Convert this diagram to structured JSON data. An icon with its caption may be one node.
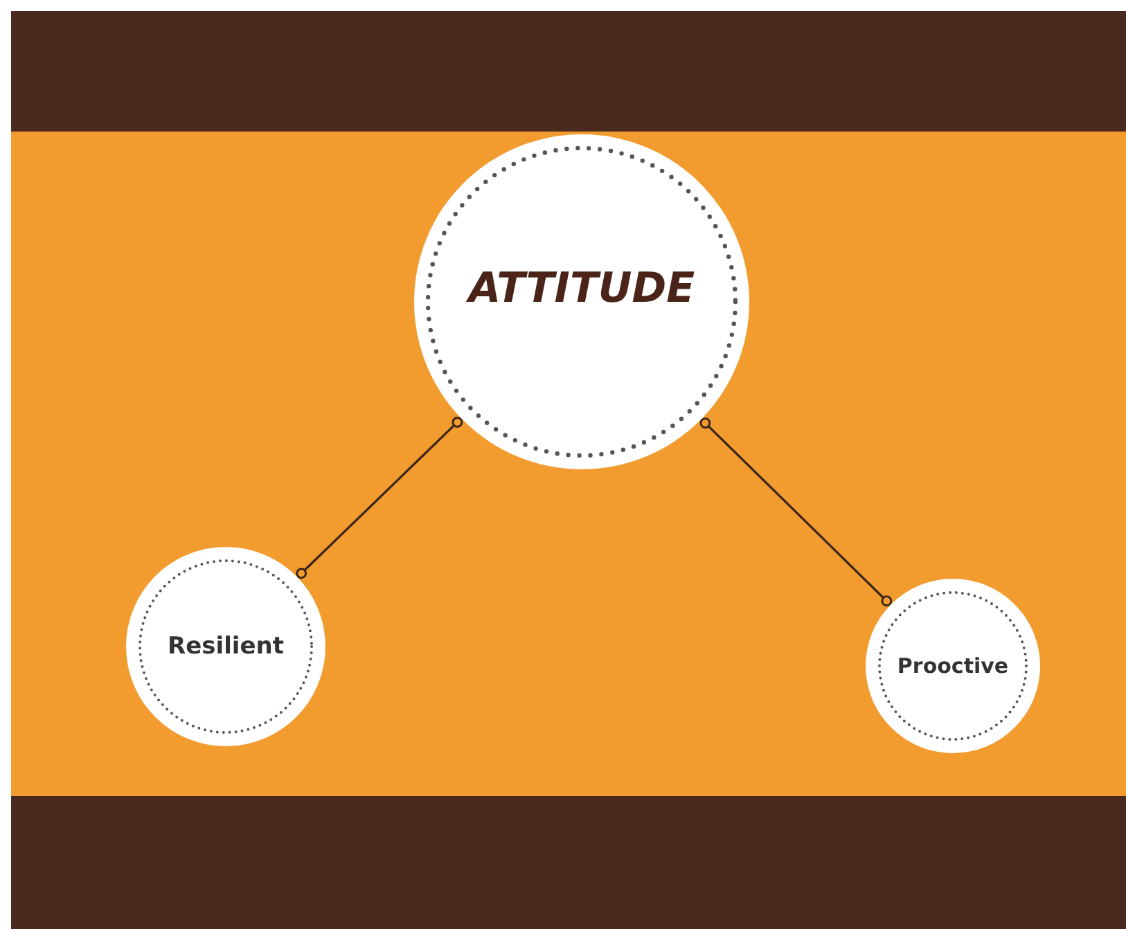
{
  "diagram": {
    "nodes": [
      {
        "text": [
          "ATTITUDE"
        ]
      },
      {
        "text": [
          "Resilient"
        ]
      },
      {
        "text": [
          "Prooctive"
        ]
      }
    ],
    "edges": [
      {
        "from": 0,
        "to": 1,
        "arrow": "other"
      },
      {
        "from": 0,
        "to": 2,
        "arrow": "other"
      }
    ]
  }
}
